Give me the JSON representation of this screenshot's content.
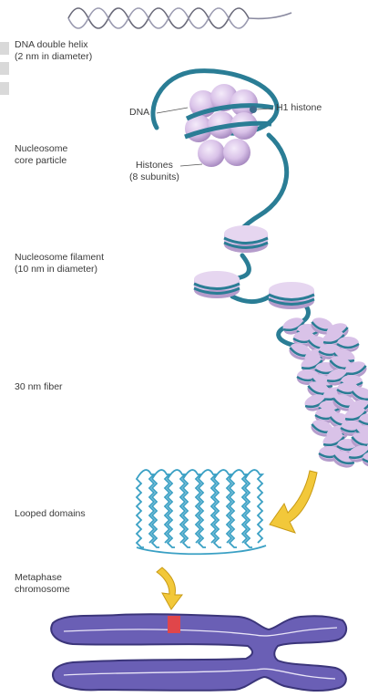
{
  "labels": {
    "dna_double_helix": "DNA double helix\n(2 nm in diameter)",
    "dna": "DNA",
    "h1_histone": "H1 histone",
    "nucleosome_core_particle": "Nucleosome\ncore particle",
    "histones": "Histones\n(8 subunits)",
    "nucleosome_filament": "Nucleosome filament\n(10 nm in diameter)",
    "fiber_30nm": "30 nm fiber",
    "looped_domains": "Looped domains",
    "metaphase_chromosome": "Metaphase\nchromosome"
  },
  "colors": {
    "dna": "#2a7d95",
    "histone": "#d9c2e8",
    "histone_shadow": "#b59ccb",
    "loops": "#3aa0c4",
    "arrow": "#f2c83a",
    "chromosome": "#6a5fb5",
    "chromosome_edge": "#3b357a",
    "band": "#e0464a",
    "label": "#3b3b3b"
  }
}
